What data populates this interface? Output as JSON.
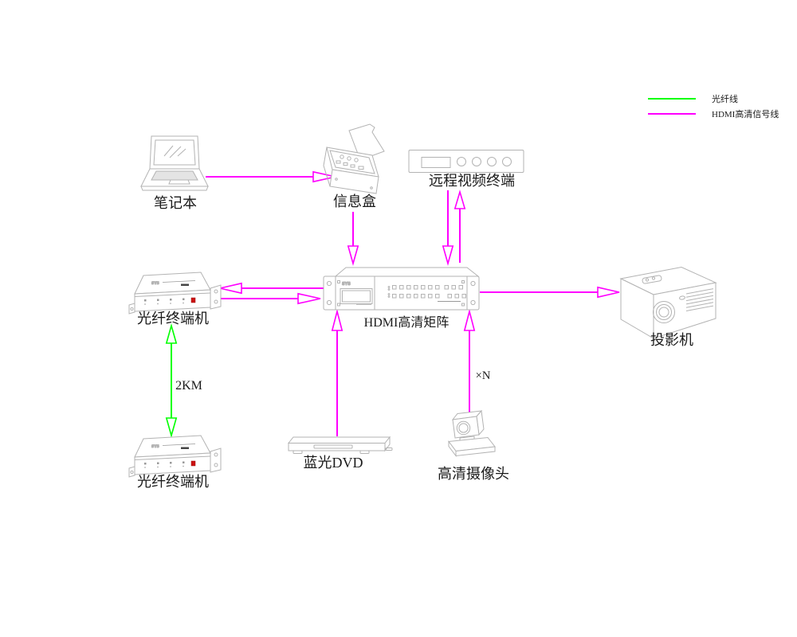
{
  "legend": {
    "items": [
      {
        "id": "fiber",
        "label": "光纤线",
        "color": "#00ff00"
      },
      {
        "id": "hdmi",
        "label": "HDMI高清信号线",
        "color": "#ff00ff"
      }
    ]
  },
  "nodes": {
    "laptop": {
      "label": "笔记本"
    },
    "info_box": {
      "label": "信息盒"
    },
    "remote_terminal": {
      "label": "远程视频终端"
    },
    "hdmi_matrix": {
      "label": "HDMI高清矩阵",
      "brand": "SYS"
    },
    "fiber_terminal_top": {
      "label": "光纤终端机",
      "brand": "SYS"
    },
    "fiber_terminal_bottom": {
      "label": "光纤终端机",
      "brand": "SYS"
    },
    "bluray_dvd": {
      "label": "蓝光DVD"
    },
    "hd_camera": {
      "label": "高清摄像头"
    },
    "projector": {
      "label": "投影机"
    }
  },
  "annotations": {
    "fiber_distance": "2KM",
    "camera_multiplier": "×N"
  },
  "colors": {
    "fiber_line": "#00ff00",
    "hdmi_line": "#ff00ff",
    "device_stroke": "#b3b3b3",
    "indicator_red": "#cc1111",
    "label_text": "#1a1a1a",
    "background": "#ffffff"
  }
}
